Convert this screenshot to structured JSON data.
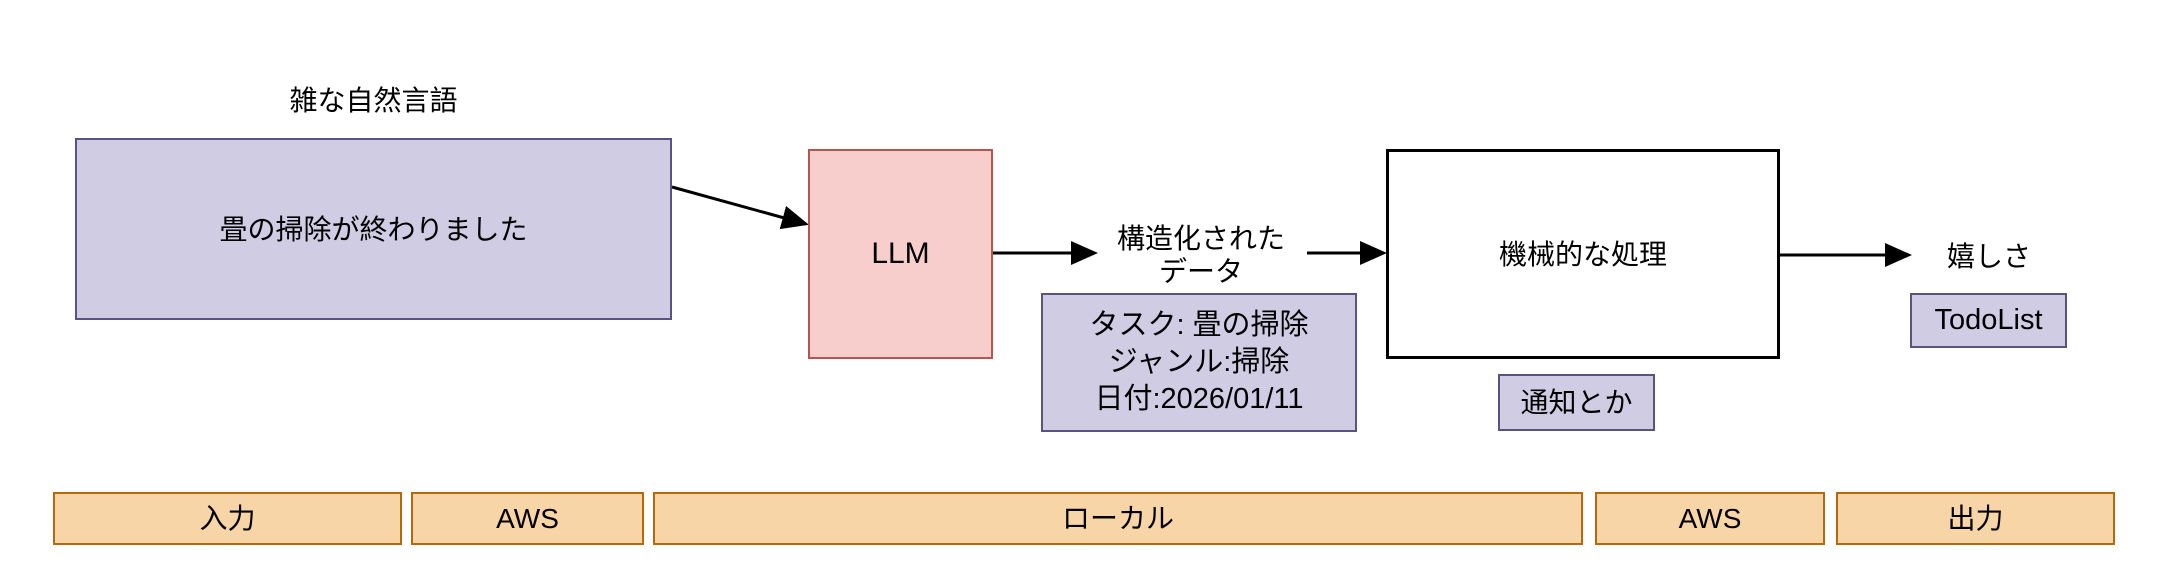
{
  "colors": {
    "lavender_fill": "#CFCCE3",
    "lavender_stroke": "#59537F",
    "pink_fill": "#F8CECC",
    "pink_stroke": "#B85450",
    "orange_fill": "#F8D5A6",
    "orange_stroke": "#B5690F",
    "white_box_stroke": "#000000",
    "arrow": "#000000"
  },
  "nodes": {
    "rough_language_label": "雑な自然言語",
    "input_text": "畳の掃除が終わりました",
    "llm": "LLM",
    "structured_line1": "構造化された",
    "structured_line2": "データ",
    "structured_data": {
      "task": "タスク: 畳の掃除",
      "genre": "ジャンル:掃除",
      "date": "日付:2026/01/11"
    },
    "process": "機械的な処理",
    "notification": "通知とか",
    "happiness": "嬉しさ",
    "todolist": "TodoList"
  },
  "lanes": [
    {
      "label": "入力"
    },
    {
      "label": "AWS"
    },
    {
      "label": "ローカル"
    },
    {
      "label": "AWS"
    },
    {
      "label": "出力"
    }
  ]
}
